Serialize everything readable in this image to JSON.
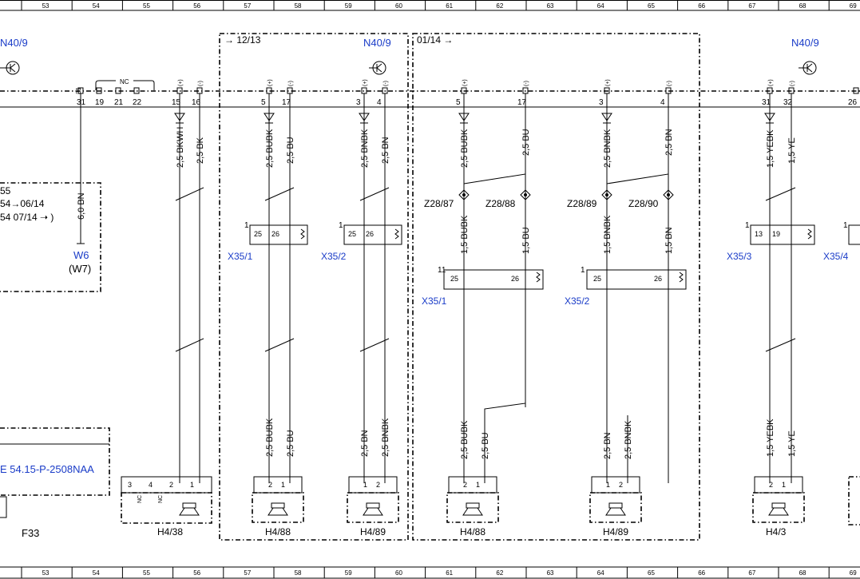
{
  "ruler": [
    "53",
    "54",
    "55",
    "56",
    "57",
    "58",
    "59",
    "60",
    "61",
    "62",
    "63",
    "64",
    "65",
    "66",
    "67",
    "68",
    "69"
  ],
  "refs": {
    "range_a": "→ 12/13",
    "range_b": "01/14 →",
    "n40_a": "N40/9",
    "n40_b": "N40/9",
    "n40_c": "N40/9",
    "nc_label": "NC",
    "ref_55": "55",
    "ref_line1": "54→06/14",
    "ref_line2": "54  07/14 ➝ )",
    "w6": "W6",
    "w7": "(W7)",
    "doc_ref": "E 54.15-P-2508NAA",
    "f33": "F33"
  },
  "pins_top": [
    "31",
    "19",
    "21",
    "22",
    "15",
    "16",
    "5",
    "17",
    "3",
    "4",
    "5",
    "17",
    "3",
    "4",
    "31",
    "32",
    "26"
  ],
  "pin_signs": [
    "(+)",
    "(-)"
  ],
  "wires": {
    "w_6bn": "6,0 BN",
    "w_bkwh": "2,5 BKWH",
    "w_bk": "2,5 BK",
    "w_bubk": "2,5 BUBK",
    "w_bu": "2,5 BU",
    "w_bnbk": "2,5 BNBK",
    "w_bn": "2,5 BN",
    "w_15bubk": "1,5 BUBK",
    "w_15bu": "1,5 BU",
    "w_15bnbk": "1,5 BNBK",
    "w_15bn": "1,5 BN",
    "w_15yebk": "1,5 YEBK",
    "w_15ye": "1,5 YE"
  },
  "splices": [
    "Z28/87",
    "Z28/88",
    "Z28/89",
    "Z28/90"
  ],
  "connectors": [
    "X35/1",
    "X35/2",
    "X35/1",
    "X35/2",
    "X35/3",
    "X35/4"
  ],
  "conn_pins": [
    "25",
    "26",
    "13",
    "19",
    "1",
    "11"
  ],
  "speakers": [
    "H4/38",
    "H4/88",
    "H4/89",
    "H4/88",
    "H4/89",
    "H4/3"
  ],
  "spk_pins": [
    "1",
    "2",
    "3",
    "4",
    "NC"
  ]
}
